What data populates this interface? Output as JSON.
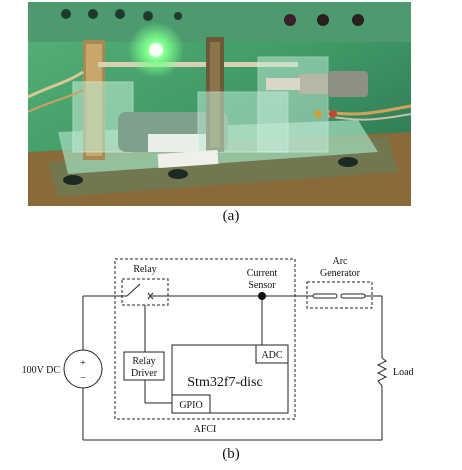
{
  "captions": {
    "a": "(a)",
    "b": "(b)"
  },
  "schematic": {
    "relay": "Relay",
    "current_sensor_line1": "Current",
    "current_sensor_line2": "Sensor",
    "arc_generator_line1": "Arc",
    "arc_generator_line2": "Generator",
    "relay_driver_line1": "Relay",
    "relay_driver_line2": "Driver",
    "adc": "ADC",
    "mcu": "Stm32f7-disc",
    "gpio": "GPIO",
    "source": "100V DC",
    "plus": "+",
    "minus": "−",
    "load": "Load",
    "afci": "AFCI"
  }
}
